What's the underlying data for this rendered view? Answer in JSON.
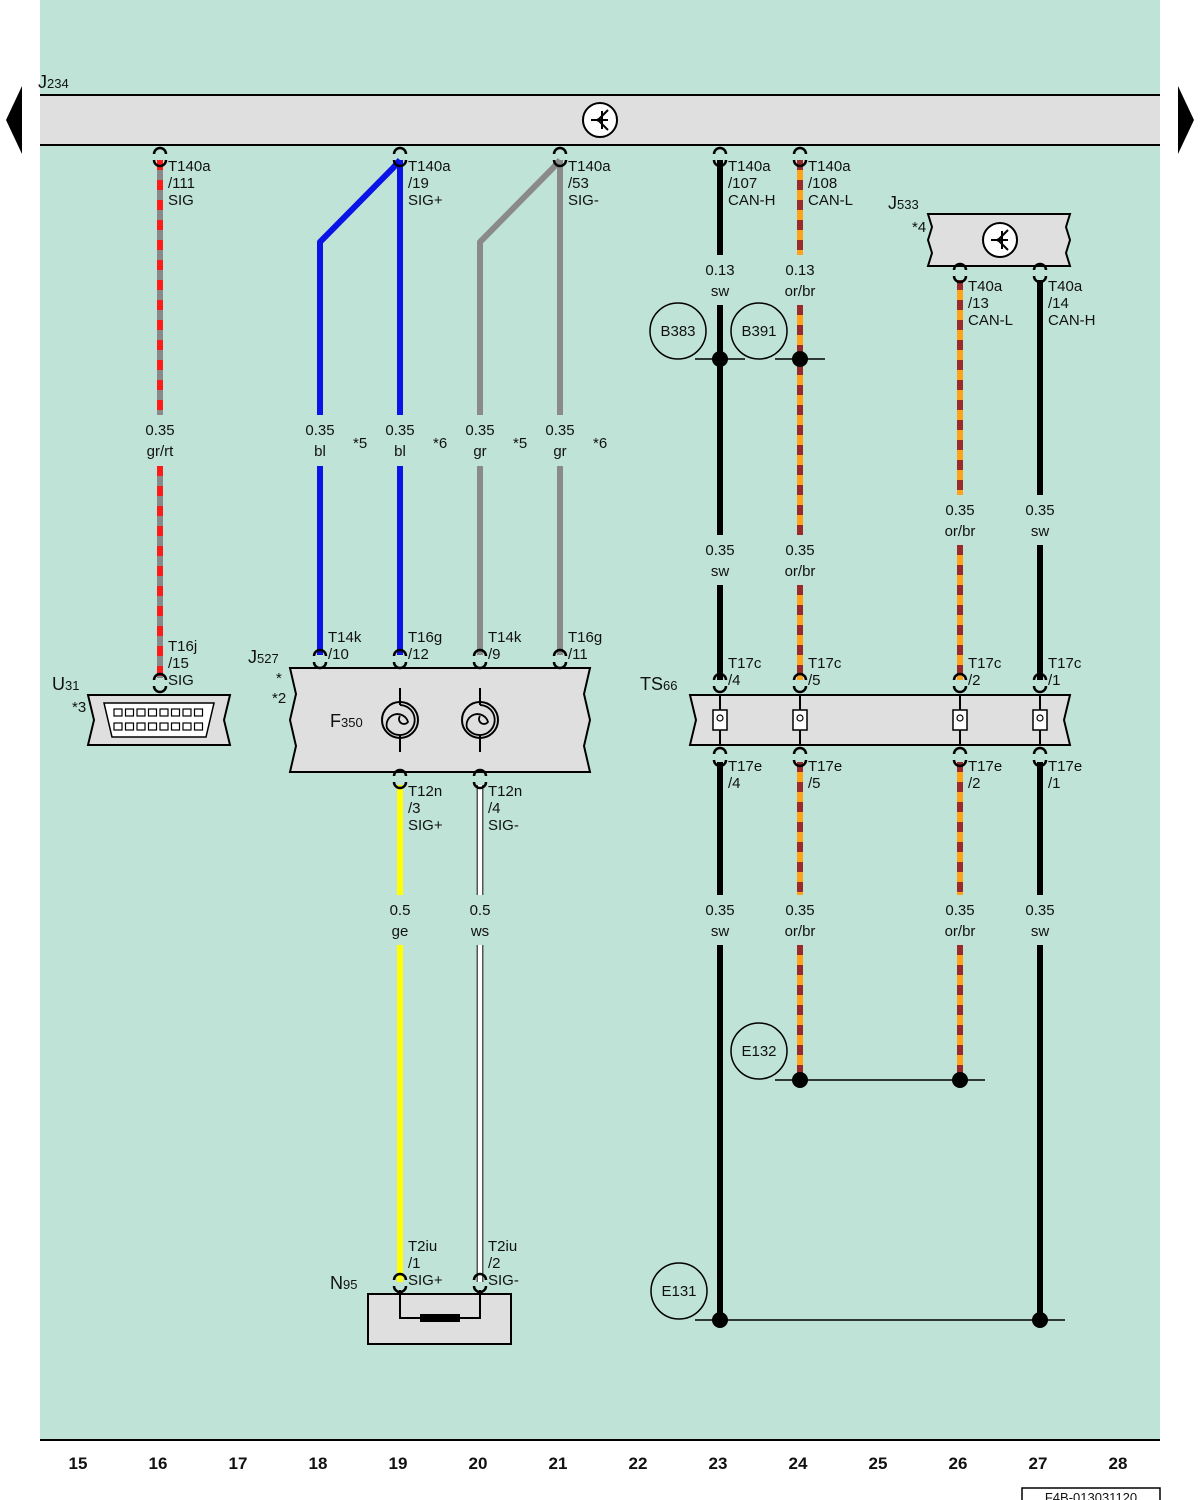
{
  "colors": {
    "background": "#bfe3d7",
    "module": "#dfdfdf",
    "wire_bl": "#0a14e6",
    "wire_gr": "#8a8a8a",
    "wire_rt": "#ff1a1a",
    "wire_or": "#ffa31a",
    "wire_br": "#9b2a2a",
    "wire_sw": "#000000",
    "wire_ge": "#ffff00",
    "wire_ws": "#ffffff"
  },
  "nav": {
    "prev_icon": "triangle-left-icon",
    "next_icon": "triangle-right-icon"
  },
  "components": {
    "j234": {
      "label": "J",
      "sub": "234"
    },
    "j533": {
      "label": "J",
      "sub": "533",
      "note": "*4"
    },
    "j527": {
      "label": "J",
      "sub": "527",
      "note1": "*",
      "note2": "*2"
    },
    "f350": {
      "label": "F",
      "sub": "350"
    },
    "u31": {
      "label": "U",
      "sub": "31",
      "note": "*3"
    },
    "ts66": {
      "label": "TS",
      "sub": "66"
    },
    "n95": {
      "label": "N",
      "sub": "95"
    }
  },
  "pins": [
    {
      "l1": "T140a",
      "l2": "/111",
      "l3": "SIG"
    },
    {
      "l1": "T140a",
      "l2": "/19",
      "l3": "SIG+"
    },
    {
      "l1": "T140a",
      "l2": "/53",
      "l3": "SIG-"
    },
    {
      "l1": "T140a",
      "l2": "/107",
      "l3": "CAN-H"
    },
    {
      "l1": "T140a",
      "l2": "/108",
      "l3": "CAN-L"
    },
    {
      "l1": "T40a",
      "l2": "/13",
      "l3": "CAN-L"
    },
    {
      "l1": "T40a",
      "l2": "/14",
      "l3": "CAN-H"
    },
    {
      "l1": "T16j",
      "l2": "/15",
      "l3": "SIG"
    },
    {
      "l1": "T14k",
      "l2": "/10",
      "l3": ""
    },
    {
      "l1": "T16g",
      "l2": "/12",
      "l3": ""
    },
    {
      "l1": "T14k",
      "l2": "/9",
      "l3": ""
    },
    {
      "l1": "T16g",
      "l2": "/11",
      "l3": ""
    },
    {
      "l1": "T17c",
      "l2": "/4",
      "l3": ""
    },
    {
      "l1": "T17c",
      "l2": "/5",
      "l3": ""
    },
    {
      "l1": "T17c",
      "l2": "/2",
      "l3": ""
    },
    {
      "l1": "T17c",
      "l2": "/1",
      "l3": ""
    },
    {
      "l1": "T17e",
      "l2": "/4",
      "l3": ""
    },
    {
      "l1": "T17e",
      "l2": "/5",
      "l3": ""
    },
    {
      "l1": "T17e",
      "l2": "/2",
      "l3": ""
    },
    {
      "l1": "T17e",
      "l2": "/1",
      "l3": ""
    },
    {
      "l1": "T12n",
      "l2": "/3",
      "l3": "SIG+"
    },
    {
      "l1": "T12n",
      "l2": "/4",
      "l3": "SIG-"
    },
    {
      "l1": "T2iu",
      "l2": "/1",
      "l3": "SIG+"
    },
    {
      "l1": "T2iu",
      "l2": "/2",
      "l3": "SIG-"
    }
  ],
  "wire_labels": [
    {
      "size": "0.35",
      "color": "gr/rt",
      "note": ""
    },
    {
      "size": "0.35",
      "color": "bl",
      "note": "*5"
    },
    {
      "size": "0.35",
      "color": "bl",
      "note": "*6"
    },
    {
      "size": "0.35",
      "color": "gr",
      "note": "*5"
    },
    {
      "size": "0.35",
      "color": "gr",
      "note": "*6"
    },
    {
      "size": "0.13",
      "color": "sw",
      "note": ""
    },
    {
      "size": "0.13",
      "color": "or/br",
      "note": ""
    },
    {
      "size": "0.35",
      "color": "sw",
      "note": ""
    },
    {
      "size": "0.35",
      "color": "or/br",
      "note": ""
    },
    {
      "size": "0.35",
      "color": "or/br",
      "note": ""
    },
    {
      "size": "0.35",
      "color": "sw",
      "note": ""
    },
    {
      "size": "0.5",
      "color": "ge",
      "note": ""
    },
    {
      "size": "0.5",
      "color": "ws",
      "note": ""
    },
    {
      "size": "0.35",
      "color": "sw",
      "note": ""
    },
    {
      "size": "0.35",
      "color": "or/br",
      "note": ""
    },
    {
      "size": "0.35",
      "color": "or/br",
      "note": ""
    },
    {
      "size": "0.35",
      "color": "sw",
      "note": ""
    }
  ],
  "junctions": [
    "B383",
    "B391",
    "E132",
    "E131"
  ],
  "columns": [
    "15",
    "16",
    "17",
    "18",
    "19",
    "20",
    "21",
    "22",
    "23",
    "24",
    "25",
    "26",
    "27",
    "28"
  ],
  "doc_id": "F4B-013031120"
}
